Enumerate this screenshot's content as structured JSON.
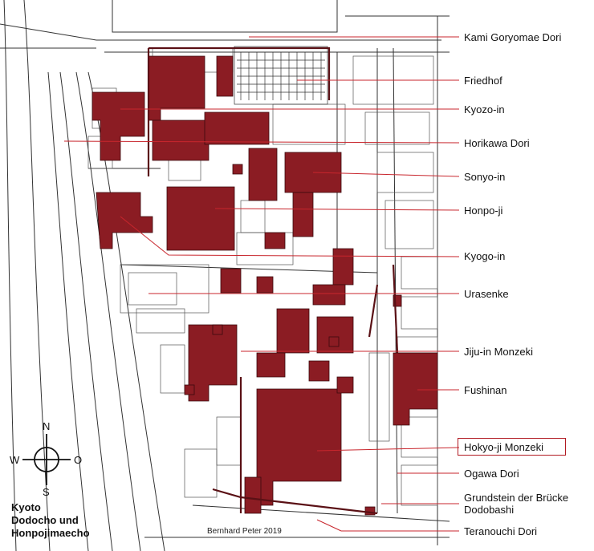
{
  "map": {
    "labels": [
      "Kami Goryomae Dori",
      "Friedhof",
      "Kyozo-in",
      "Horikawa Dori",
      "Sonyo-in",
      "Honpo-ji",
      "Kyogo-in",
      "Urasenke",
      "Jiju-in Monzeki",
      "Fushinan",
      "Hokyo-ji Monzeki",
      "Ogawa Dori",
      "Grundstein der Brücke\nDodobashi",
      "Teranouchi Dori"
    ],
    "highlighted": "Hokyo-ji Monzeki",
    "title_line1": "Kyoto",
    "title_line2": "Dodocho und",
    "title_line3": "Honpojimaecho",
    "credit": "Bernhard Peter 2019",
    "compass": {
      "n": "N",
      "s": "S",
      "w": "W",
      "e": "O"
    },
    "colors": {
      "building": "#8b1c23",
      "leader": "#c8262d",
      "outline": "#333333"
    }
  }
}
